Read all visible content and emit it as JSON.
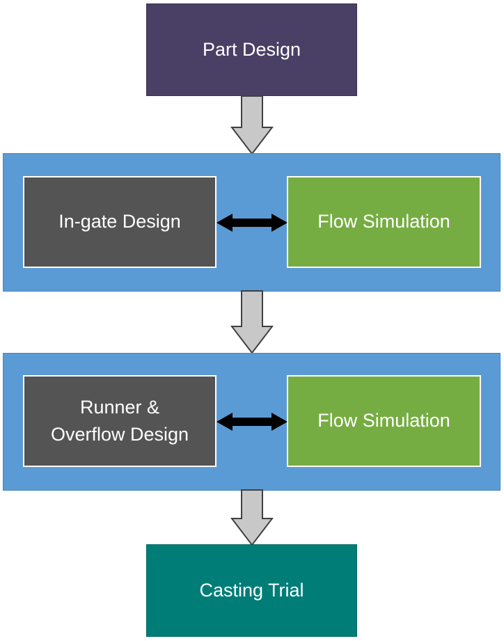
{
  "nodes": {
    "part_design": "Part Design",
    "ingate_design": "In-gate Design",
    "flow_simulation_1": "Flow Simulation",
    "runner_design_line1": "Runner &",
    "runner_design_line2": "Overflow Design",
    "flow_simulation_2": "Flow Simulation",
    "casting_trial": "Casting Trial"
  },
  "colors": {
    "part_design": "#4a4065",
    "stage_panel": "#5b9bd5",
    "design_box": "#545454",
    "simulation_box": "#76ad42",
    "casting_trial": "#007d77",
    "flow_arrow": "#c8c8c8",
    "double_arrow": "#000000"
  }
}
